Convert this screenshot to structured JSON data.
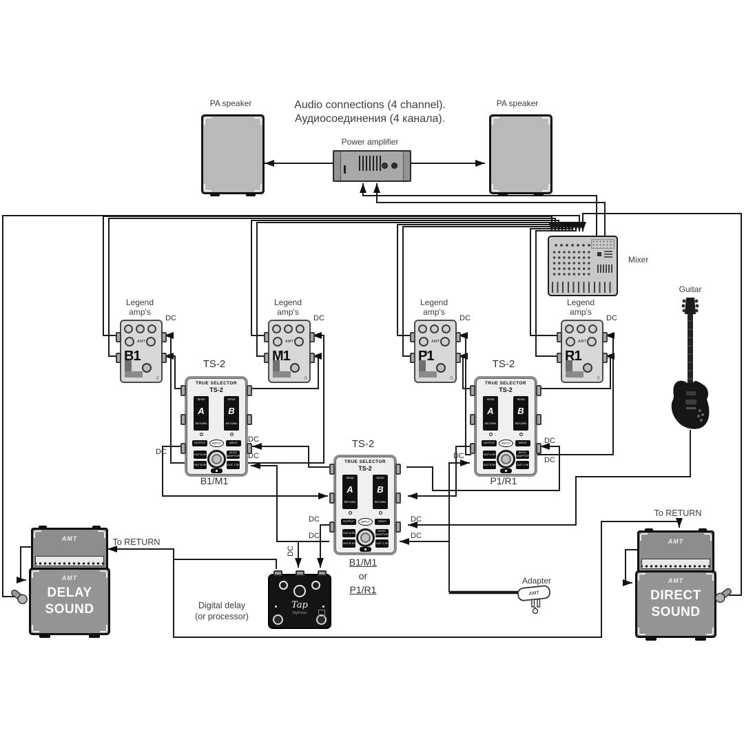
{
  "header": {
    "title_en": "Audio connections (4 channel).",
    "title_ru": "Аудиосоединения (4 канала).",
    "pa_speaker_left": "PA speaker",
    "pa_speaker_right": "PA speaker",
    "power_amplifier": "Power amplifier"
  },
  "labels": {
    "mixer": "Mixer",
    "guitar": "Guitar",
    "dc": "DC",
    "to_return_left": "To RETURN",
    "to_return_right": "To RETURN",
    "adapter": "Adapter",
    "digital_delay_line1": "Digital delay",
    "digital_delay_line2": "(or processor)"
  },
  "legend_caption": {
    "line1": "Legend",
    "line2": "amp's"
  },
  "amps": [
    {
      "name": "B1"
    },
    {
      "name": "M1"
    },
    {
      "name": "P1"
    },
    {
      "name": "R1"
    }
  ],
  "amp_brand": "AMT",
  "ts2": {
    "title": "TS-2",
    "plate_title": "TRUE SELECTOR",
    "plate_model": "TS-2",
    "channel_a": "A",
    "channel_b": "B",
    "send": "SEND",
    "return": "RETURN",
    "output": "OUTPUT",
    "input": "INPUT",
    "input_center": "INPUT",
    "chip_out_a": "OUT A 9V",
    "chip_in_dc": "IN DC ADAPTOR",
    "chip_out_b": "OUT B 9V",
    "chip_out_1": "OUT 1 9V"
  },
  "selector_captions": {
    "left": "B1/M1",
    "right": "P1/R1",
    "center_line1": "B1/M1",
    "center_line2": "or",
    "center_line3": "P1/R1"
  },
  "stacks": {
    "left": {
      "brand": "AMT",
      "line1": "DELAY",
      "line2": "SOUND"
    },
    "right": {
      "brand": "AMT",
      "line1": "DIRECT",
      "line2": "SOUND"
    }
  },
  "digital_delay_logo": "Tap",
  "digital_delay_sublogo": "DigiDelay",
  "adapter_brand": "AMT"
}
